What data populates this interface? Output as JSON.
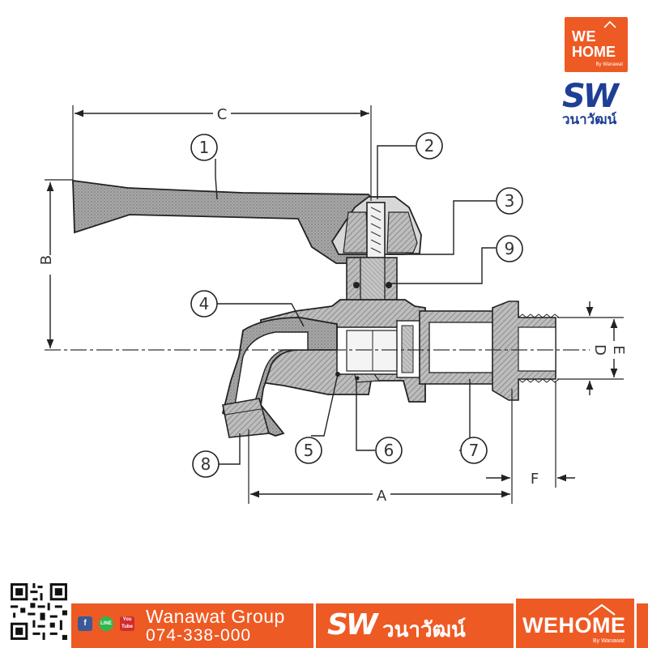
{
  "diagram": {
    "dimensions": {
      "A": "A",
      "B": "B",
      "C": "C",
      "D": "D",
      "E": "E",
      "F": "F"
    },
    "callouts": [
      "1",
      "2",
      "3",
      "4",
      "5",
      "6",
      "7",
      "8",
      "9"
    ]
  },
  "brand": {
    "wehome_we": "WE",
    "wehome_home": "HOME",
    "wehome_by": "By Wanawat",
    "sw_mark": "SW",
    "sw_thai": "วนาวัฒน์"
  },
  "footer": {
    "social_fb": "f",
    "social_line": "LINE",
    "social_yt_1": "You",
    "social_yt_2": "Tube",
    "group_name": "Wanawat Group",
    "phone": "074-338-000",
    "sw_mark": "SW",
    "sw_thai": "วนาวัฒน์",
    "wehome": "WEHOME",
    "wehome_by": "By Wanawat"
  },
  "colors": {
    "brand_orange": "#ee5a24",
    "brand_blue": "#1e3f95",
    "line": "#222222"
  },
  "icons": [
    "qr-code-icon",
    "facebook-icon",
    "line-icon",
    "youtube-icon",
    "house-roof-icon"
  ]
}
